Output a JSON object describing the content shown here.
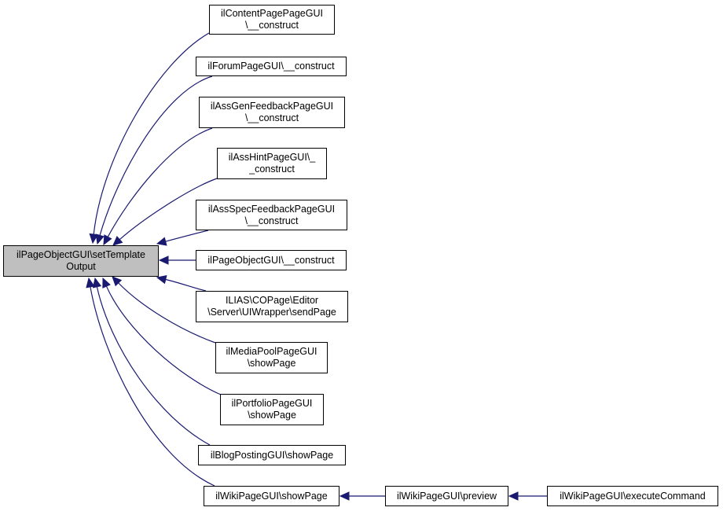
{
  "diagram": {
    "type": "call-graph",
    "edge_color": "#191970",
    "root_fill": "#bfbfbf",
    "root": {
      "id": "root",
      "label": "ilPageObjectGUI\\setTemplate\nOutput"
    },
    "nodes": [
      {
        "id": "n1",
        "label": "ilContentPagePageGUI\n\\__construct"
      },
      {
        "id": "n2",
        "label": "ilForumPageGUI\\__construct"
      },
      {
        "id": "n3",
        "label": "ilAssGenFeedbackPageGUI\n\\__construct"
      },
      {
        "id": "n4",
        "label": "ilAssHintPageGUI\\_\n_construct"
      },
      {
        "id": "n5",
        "label": "ilAssSpecFeedbackPageGUI\n\\__construct"
      },
      {
        "id": "n6",
        "label": "ilPageObjectGUI\\__construct"
      },
      {
        "id": "n7",
        "label": "ILIAS\\COPage\\Editor\n\\Server\\UIWrapper\\sendPage"
      },
      {
        "id": "n8",
        "label": "ilMediaPoolPageGUI\n\\showPage"
      },
      {
        "id": "n9",
        "label": "ilPortfolioPageGUI\n\\showPage"
      },
      {
        "id": "n10",
        "label": "ilBlogPostingGUI\\showPage"
      },
      {
        "id": "n11",
        "label": "ilWikiPageGUI\\showPage"
      },
      {
        "id": "n12",
        "label": "ilWikiPageGUI\\preview"
      },
      {
        "id": "n13",
        "label": "ilWikiPageGUI\\executeCommand"
      }
    ],
    "edges": [
      {
        "from": "n1",
        "to": "root"
      },
      {
        "from": "n2",
        "to": "root"
      },
      {
        "from": "n3",
        "to": "root"
      },
      {
        "from": "n4",
        "to": "root"
      },
      {
        "from": "n5",
        "to": "root"
      },
      {
        "from": "n6",
        "to": "root"
      },
      {
        "from": "n7",
        "to": "root"
      },
      {
        "from": "n8",
        "to": "root"
      },
      {
        "from": "n9",
        "to": "root"
      },
      {
        "from": "n10",
        "to": "root"
      },
      {
        "from": "n11",
        "to": "root"
      },
      {
        "from": "n12",
        "to": "n11"
      },
      {
        "from": "n13",
        "to": "n12"
      }
    ]
  }
}
